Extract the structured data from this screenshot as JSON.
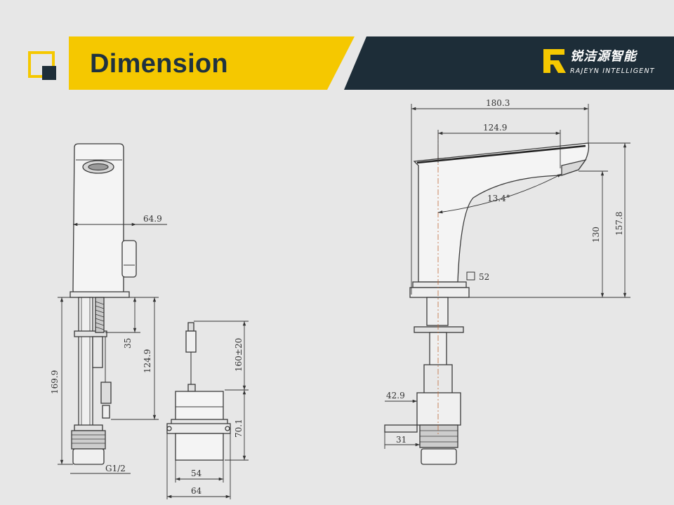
{
  "header": {
    "title": "Dimension",
    "brand_name": "锐洁源智能",
    "brand_tagline": "RAJEYN INTELLIGENT",
    "accent_color": "#f5c800",
    "dark_color": "#1d2d38"
  },
  "dimensions": {
    "side_body_width": "64.9",
    "side_mount_35": "35",
    "side_mount_124_9": "124.9",
    "side_total_169_9": "169.9",
    "side_thread": "G1/2",
    "box_cable": "160±20",
    "box_height": "70.1",
    "box_width_inner": "54",
    "box_width_outer": "64",
    "front_total_length": "180.3",
    "front_spout_reach": "124.9",
    "front_angle": "13.4°",
    "front_spout_height": "130",
    "front_total_height": "157.8",
    "front_base_square": "52",
    "front_bracket_42_9": "42.9",
    "front_bracket_31": "31"
  }
}
